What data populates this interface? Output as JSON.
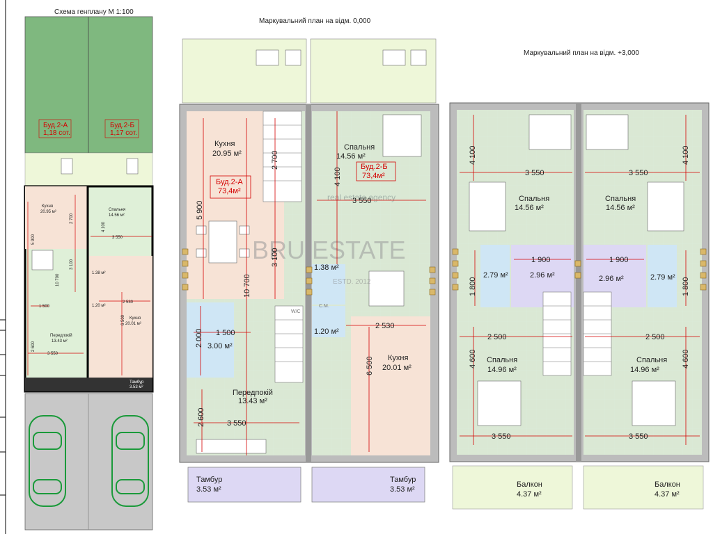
{
  "titles": {
    "site_plan": "Схема генплану М 1:100",
    "ground_plan": "Маркувальний план на відм. 0,000",
    "upper_plan": "Маркувальний план на відм. +3,000"
  },
  "watermark": {
    "agency": "real estate agency",
    "brand": "BRU ESTATE",
    "established": "ESTD. 2012"
  },
  "colors": {
    "lawn": "#7fb87f",
    "kitchen": "#f7e3d6",
    "rooms": "#dff0d8",
    "wet_rooms": "#cfe6f5",
    "stairs_hall": "#ddd8f4",
    "dimension": "#d40000",
    "grid": "#9dc0e6"
  },
  "site_plan": {
    "plot_a": {
      "name": "Буд.2-А",
      "area": "1,18 сот."
    },
    "plot_b": {
      "name": "Буд.2-Б",
      "area": "1,17 сот."
    },
    "rooms": {
      "kitchen_name": "Кухня",
      "kitchen_area": "20.95 м²",
      "bedroom_name": "Спальня",
      "bedroom_area": "14.56 м²",
      "hall_name": "Передпокій",
      "hall_area": "13.43 м²",
      "kitchen_b_name": "Кухня",
      "kitchen_b_area": "20.01 м²",
      "tambour_name": "Тамбур",
      "tambour_area": "3.53 м²",
      "small1": "1.38 м²",
      "small2": "1.20 м²"
    },
    "dims": {
      "d5900": "5 900",
      "d2700": "2 700",
      "d3100": "3 100",
      "d10700": "10 700",
      "d1500": "1 500",
      "d2600": "2 600",
      "d3550a": "3 550",
      "d3550b": "3 550",
      "d4100": "4 100",
      "d2530": "2 530",
      "d6500": "6 500"
    }
  },
  "ground": {
    "unit_a": {
      "name": "Буд.2-А",
      "area": "73,4м²"
    },
    "unit_b": {
      "name": "Буд.2-Б",
      "area": "73,4м²"
    },
    "kitchen_a": {
      "name": "Кухня",
      "area": "20.95 м²"
    },
    "bedroom": {
      "name": "Спальня",
      "area": "14.56 м²"
    },
    "bath_a": {
      "area": "3.00 м²"
    },
    "hall": {
      "name": "Передпокій",
      "area": "13.43 м²"
    },
    "wc": {
      "area": "1.38 м²"
    },
    "closet": {
      "area": "1.20 м²"
    },
    "kitchen_b": {
      "name": "Кухня",
      "area": "20.01 м²"
    },
    "tambour_a": {
      "name": "Тамбур",
      "area": "3.53 м²"
    },
    "tambour_b": {
      "name": "Тамбур",
      "area": "3.53 м²"
    },
    "dims": {
      "d5900": "5 900",
      "d2700": "2 700",
      "d3100": "3 100",
      "d10700": "10 700",
      "d1500": "1 500",
      "d2000": "2 000",
      "d2600": "2 600",
      "d3550": "3 550",
      "d4100": "4 100",
      "d3550b": "3 550",
      "d2530": "2 530",
      "d6500": "6 500"
    },
    "fixtures": {
      "wc_label": "W/C",
      "cm_label": "C.M."
    }
  },
  "upper": {
    "bed_tl": {
      "name": "Спальня",
      "area": "14.56 м²"
    },
    "bed_tr": {
      "name": "Спальня",
      "area": "14.56 м²"
    },
    "bath_l": {
      "area": "2.79 м²"
    },
    "hall_l": {
      "area": "2.96 м²"
    },
    "hall_r": {
      "area": "2.96 м²"
    },
    "bath_r": {
      "area": "2.79 м²"
    },
    "bed_bl": {
      "name": "Спальня",
      "area": "14.96 м²"
    },
    "bed_br": {
      "name": "Спальня",
      "area": "14.96 м²"
    },
    "balcony_l": {
      "name": "Балкон",
      "area": "4.37 м²"
    },
    "balcony_r": {
      "name": "Балкон",
      "area": "4.37 м²"
    },
    "dims": {
      "d4100l": "4 100",
      "d4100r": "4 100",
      "d3550tl": "3 550",
      "d3550tr": "3 550",
      "d1800l": "1 800",
      "d1800r": "1 800",
      "d1900l": "1 900",
      "d1900r": "1 900",
      "d2500l": "2 500",
      "d2500r": "2 500",
      "d4600l": "4 600",
      "d4600r": "4 600",
      "d3550bl": "3 550",
      "d3550br": "3 550"
    }
  }
}
